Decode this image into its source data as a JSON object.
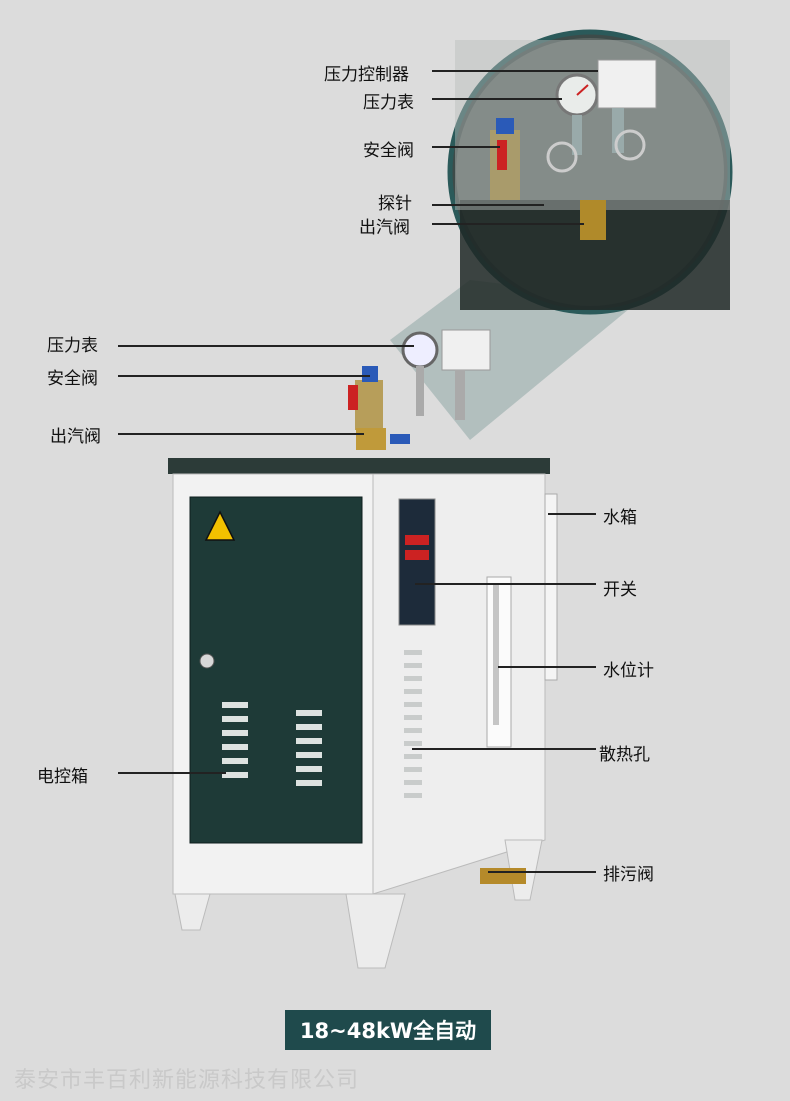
{
  "callouts_top": {
    "pressure_controller": "压力控制器",
    "pressure_gauge": "压力表",
    "safety_valve": "安全阀",
    "probe": "探针",
    "steam_valve": "出汽阀"
  },
  "callouts_left": {
    "pressure_gauge": "压力表",
    "safety_valve": "安全阀",
    "steam_valve": "出汽阀",
    "control_box": "电控箱"
  },
  "callouts_right": {
    "water_tank": "水箱",
    "switch": "开关",
    "water_level_gauge": "水位计",
    "vent_holes": "散热孔",
    "drain_valve": "排污阀"
  },
  "badge": "18~48kW全自动",
  "watermark": "泰安市丰百利新能源科技有限公司",
  "colors": {
    "background": "#dcdcdc",
    "badge": "#1f4a4c",
    "cabinet_door": "#1e3a37",
    "cabinet_body": "#f2f2f2"
  }
}
